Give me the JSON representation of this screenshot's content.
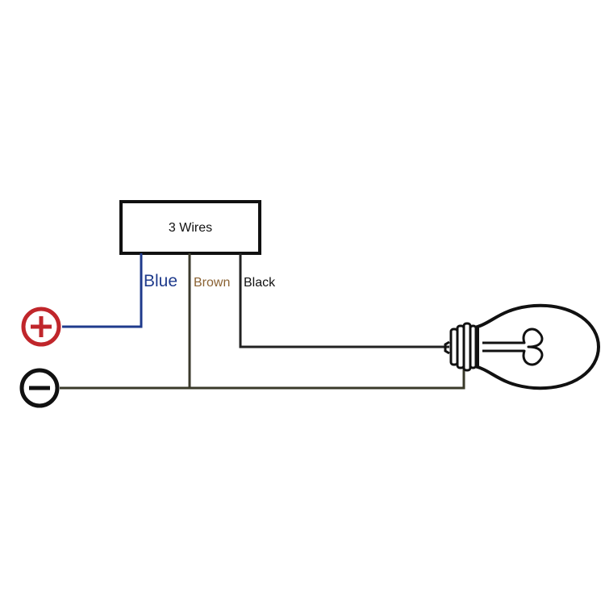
{
  "sensor": {
    "label": "3 Wires"
  },
  "wires": [
    {
      "label": "Blue",
      "color": "#1f3b8c"
    },
    {
      "label": "Brown",
      "color": "#8a6233"
    },
    {
      "label": "Black",
      "color": "#111111"
    }
  ],
  "terminals": {
    "positive": {
      "icon": "plus-terminal-icon",
      "color": "#c0262b"
    },
    "negative": {
      "icon": "minus-terminal-icon",
      "color": "#111111"
    }
  },
  "load": {
    "icon": "light-bulb-icon"
  },
  "wire_colors": {
    "ground": "#3a3a2a",
    "brown_line": "#3b3a2c",
    "black_line": "#222222"
  }
}
